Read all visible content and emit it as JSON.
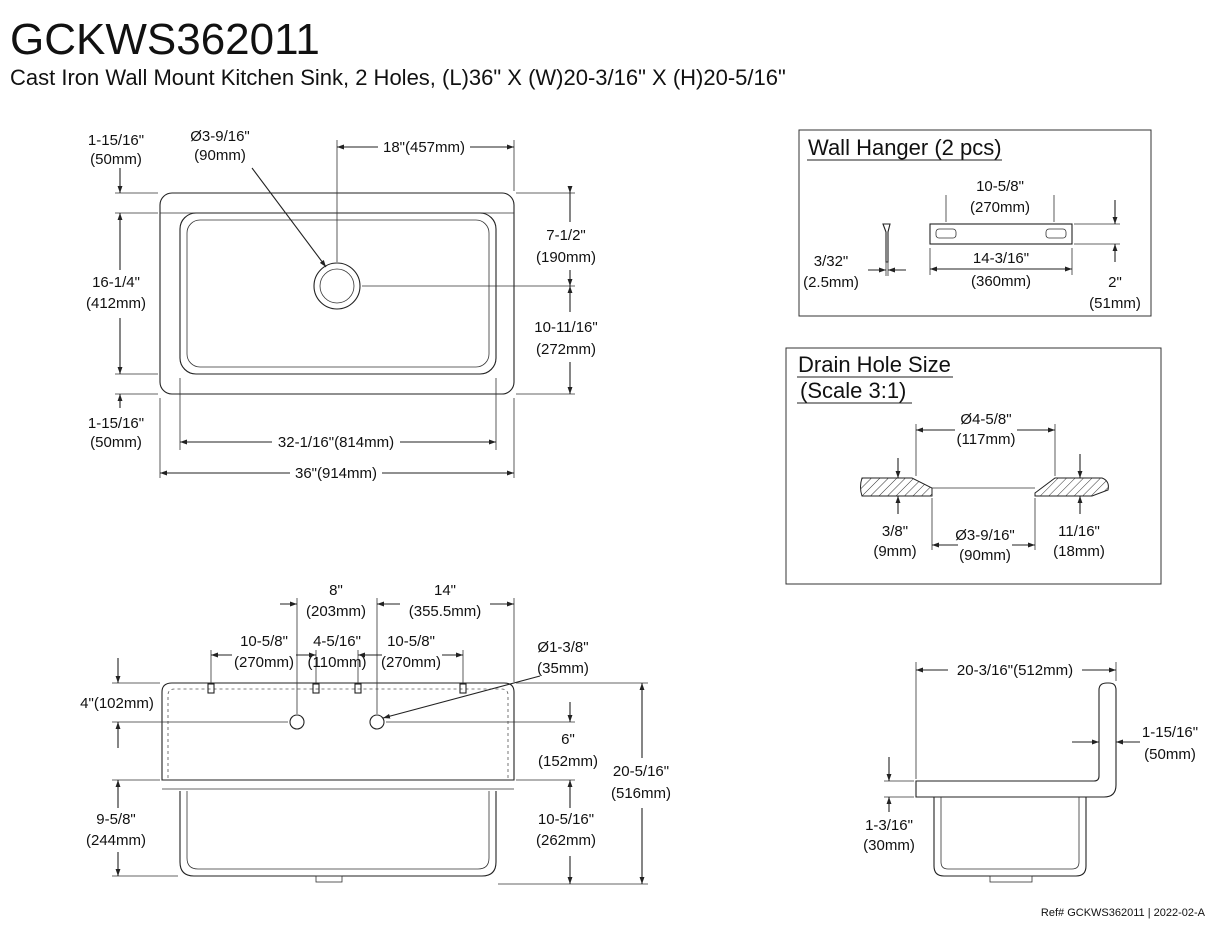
{
  "header": {
    "model": "GCKWS362011",
    "subtitle": "Cast Iron Wall Mount Kitchen Sink, 2 Holes, (L)36\" X (W)20-3/16\" X (H)20-5/16\""
  },
  "top_view": {
    "rim_top_in": "1-15/16\"",
    "rim_top_mm": "(50mm)",
    "drain_dia_in": "Ø3-9/16\"",
    "drain_dia_mm": "(90mm)",
    "drain_offset": "18\"(457mm)",
    "bowl_depth_in": "16-1/4\"",
    "bowl_depth_mm": "(412mm)",
    "drain_to_back_in": "7-1/2\"",
    "drain_to_back_mm": "(190mm)",
    "drain_to_front_in": "10-11/16\"",
    "drain_to_front_mm": "(272mm)",
    "rim_bottom_in": "1-15/16\"",
    "rim_bottom_mm": "(50mm)",
    "bowl_width": "32-1/16\"(814mm)",
    "overall_width": "36\"(914mm)"
  },
  "front_view": {
    "hole_spacing_in": "8\"",
    "hole_spacing_mm": "(203mm)",
    "hole_to_edge_in": "14\"",
    "hole_to_edge_mm": "(355.5mm)",
    "hanger_left_in": "10-5/8\"",
    "hanger_left_mm": "(270mm)",
    "hanger_mid_in": "4-5/16\"",
    "hanger_mid_mm": "(110mm)",
    "hanger_right_in": "10-5/8\"",
    "hanger_right_mm": "(270mm)",
    "hole_dia_in": "Ø1-3/8\"",
    "hole_dia_mm": "(35mm)",
    "hole_height": "4\"(102mm)",
    "hole_to_rim_in": "6\"",
    "hole_to_rim_mm": "(152mm)",
    "overall_height_in": "20-5/16\"",
    "overall_height_mm": "(516mm)",
    "bowl_height_in": "9-5/8\"",
    "bowl_height_mm": "(244mm)",
    "bowl_right_in": "10-5/16\"",
    "bowl_right_mm": "(262mm)"
  },
  "wall_hanger": {
    "title": "Wall Hanger (2 pcs)",
    "slot_spacing_in": "10-5/8\"",
    "slot_spacing_mm": "(270mm)",
    "thickness_in": "3/32\"",
    "thickness_mm": "(2.5mm)",
    "length_in": "14-3/16\"",
    "length_mm": "(360mm)",
    "height_in": "2\"",
    "height_mm": "(51mm)"
  },
  "drain_hole": {
    "title": "Drain Hole Size",
    "scale": "(Scale  3:1)",
    "outer_dia_in": "Ø4-5/8\"",
    "outer_dia_mm": "(117mm)",
    "thin_in": "3/8\"",
    "thin_mm": "(9mm)",
    "inner_dia_in": "Ø3-9/16\"",
    "inner_dia_mm": "(90mm)",
    "thick_in": "11/16\"",
    "thick_mm": "(18mm)"
  },
  "side_view": {
    "depth": "20-3/16\"(512mm)",
    "backsplash_in": "1-15/16\"",
    "backsplash_mm": "(50mm)",
    "rim_in": "1-3/16\"",
    "rim_mm": "(30mm)"
  },
  "footer": {
    "ref": "Ref# GCKWS362011 | 2022-02-A"
  }
}
